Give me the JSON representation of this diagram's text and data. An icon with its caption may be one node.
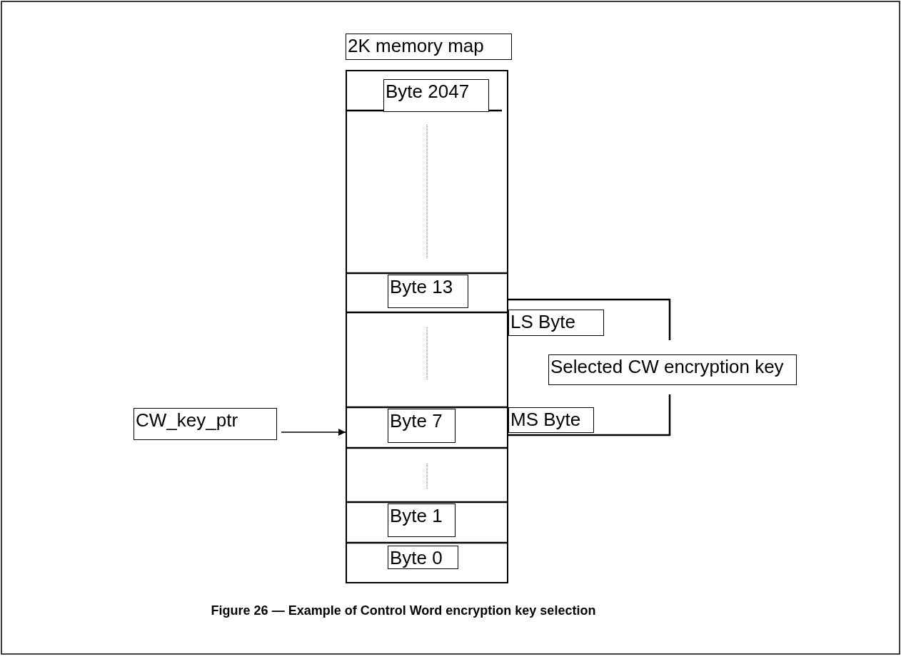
{
  "diagram": {
    "caption": "Figure 26 — Example of Control Word encryption key selection",
    "nodes": [
      {
        "text": [
          "2K memory map"
        ]
      },
      {
        "text": [],
        "shape": "box"
      },
      {
        "text": [
          "Byte 2047"
        ],
        "in": 1
      },
      {
        "text": [
          "Byte 13"
        ],
        "in": 1
      },
      {
        "text": [
          "LS Byte"
        ]
      },
      {
        "text": [
          "Selected CW encryption key"
        ]
      },
      {
        "text": [
          "CW_key_ptr"
        ]
      },
      {
        "text": [
          "Byte 7"
        ],
        "in": 1
      },
      {
        "text": [
          "MS Byte"
        ]
      },
      {
        "text": [
          "Byte 1"
        ],
        "in": 1
      },
      {
        "text": [
          "Byte 0"
        ],
        "in": 1
      }
    ],
    "edges": [
      {
        "from": 6,
        "to": 1,
        "arrow": "to"
      }
    ]
  }
}
